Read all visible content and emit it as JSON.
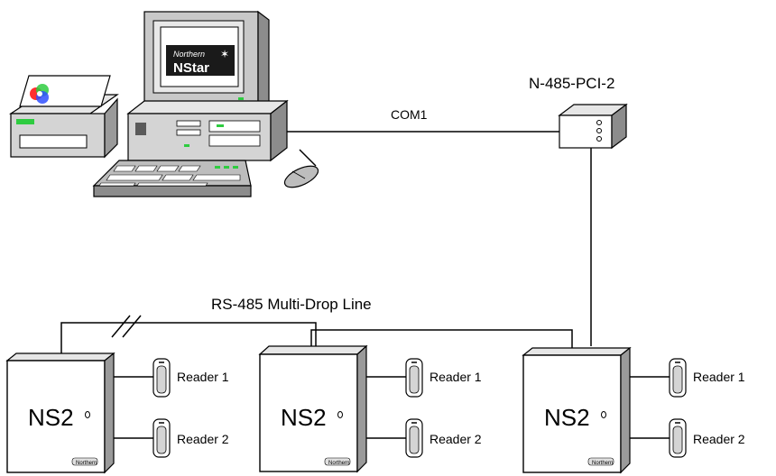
{
  "labels": {
    "com_port": "COM1",
    "converter": "N-485-PCI-2",
    "bus": "RS-485 Multi-Drop Line"
  },
  "monitor_logo": {
    "line1": "Northern",
    "line2": "NStar"
  },
  "controllers": [
    {
      "name": "NS2",
      "readers": [
        "Reader 1",
        "Reader 2"
      ],
      "badge": "Northern"
    },
    {
      "name": "NS2",
      "readers": [
        "Reader 1",
        "Reader 2"
      ],
      "badge": "Northern"
    },
    {
      "name": "NS2",
      "readers": [
        "Reader 1",
        "Reader 2"
      ],
      "badge": "Northern"
    }
  ],
  "colors": {
    "line": "#000000",
    "device_light": "#e6e6e6",
    "device_mid": "#bdbdbd",
    "device_dark": "#8c8c8c",
    "led_green": "#2ecc40",
    "screen_dark": "#1a1a1a"
  }
}
